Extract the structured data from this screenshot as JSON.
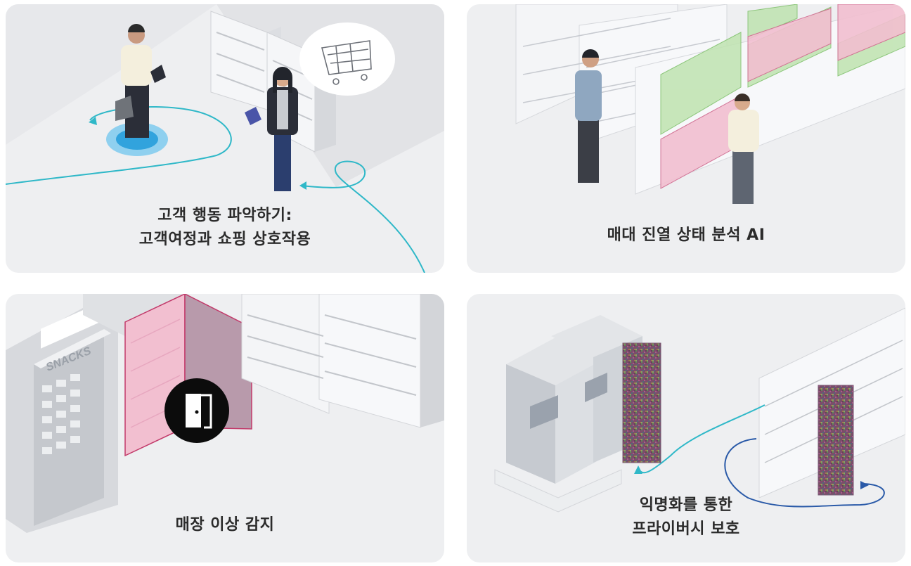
{
  "cards": [
    {
      "caption": [
        "고객 행동 파악하기:",
        "고객여정과 쇼핑 상호작용"
      ]
    },
    {
      "caption": [
        "매대 진열 상태 분석 AI"
      ]
    },
    {
      "caption": [
        "매장 이상 감지"
      ]
    },
    {
      "caption": [
        "익명화를 통한",
        "프라이버시 보호"
      ]
    }
  ],
  "labels": {
    "snacks_sign": "SNACKS"
  },
  "icons": {
    "door_icon": "door-open-icon",
    "cart_icon": "shopping-cart-icon"
  },
  "colors": {
    "card_bg": "#eeeff1",
    "path_teal": "#2fb8c8",
    "path_blue": "#2a5aa8",
    "ok_green": "#bfe3b0",
    "alert_pink": "#f2bfd0"
  }
}
